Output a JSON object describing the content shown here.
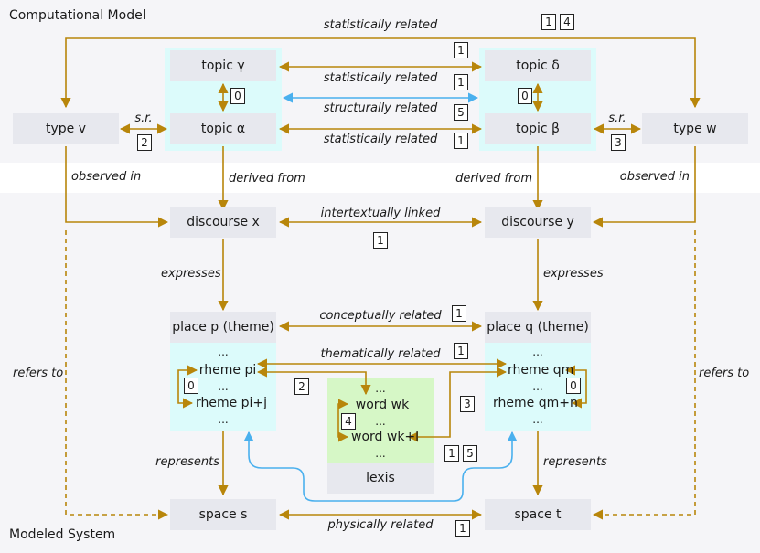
{
  "regions": {
    "computational_model": "Computational Model",
    "modeled_system": "Modeled System"
  },
  "nodes": {
    "topic_gamma": "topic γ",
    "topic_delta": "topic δ",
    "topic_alpha": "topic α",
    "topic_beta": "topic β",
    "type_v": "type v",
    "type_w": "type w",
    "discourse_x": "discourse x",
    "discourse_y": "discourse y",
    "place_p": "place p (theme)",
    "place_q": "place q (theme)",
    "rheme_pi": "rheme pi",
    "rheme_pij": "rheme pi+j",
    "rheme_qm": "rheme qm",
    "rheme_qmn": "rheme qm+n",
    "word_wk": "word wk",
    "word_wkl": "word wk+l",
    "lexis": "lexis",
    "space_s": "space s",
    "space_t": "space t",
    "ellipsis": "..."
  },
  "edge_labels": {
    "statistically_related_top": "statistically related",
    "statistically_related_gd": "statistically related",
    "structurally_related": "structurally related",
    "statistically_related_ab": "statistically related",
    "sr_left": "s.r.",
    "sr_right": "s.r.",
    "observed_in_left": "observed in",
    "observed_in_right": "observed in",
    "derived_from_left": "derived from",
    "derived_from_right": "derived from",
    "intertextually_linked": "intertextually linked",
    "expresses_left": "expresses",
    "expresses_right": "expresses",
    "conceptually_related": "conceptually related",
    "thematically_related": "thematically related",
    "refers_to_left": "refers to",
    "refers_to_right": "refers to",
    "represents_left": "represents",
    "represents_right": "represents",
    "physically_related": "physically related"
  },
  "badges": {
    "top_1": "1",
    "top_4": "4",
    "gd": "1",
    "gamma_alpha": "0",
    "delta_beta": "0",
    "struct_1": "1",
    "struct_5": "5",
    "ab": "1",
    "sr_left": "2",
    "sr_right": "3",
    "xy": "1",
    "pq": "1",
    "them": "1",
    "rheme_p": "0",
    "rheme_q": "0",
    "p_to_w": "2",
    "q_to_w": "3",
    "word": "4",
    "ps_1": "1",
    "ps_5": "5",
    "st": "1"
  },
  "colors": {
    "relation_arrow": "#b8860b",
    "structural_arrow": "#4ab0ee",
    "band": "#f5f5f8",
    "node_fill": "#e7e8ee",
    "topic_group": "#dcfbfb",
    "lexis_group": "#d6f7c6"
  }
}
